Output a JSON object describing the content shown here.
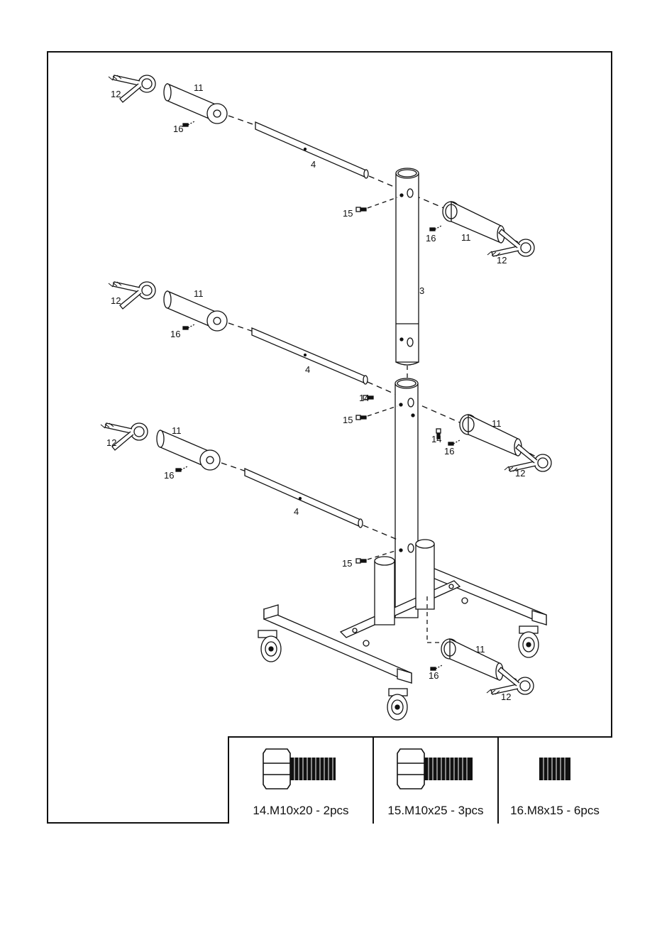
{
  "diagram": {
    "callouts": {
      "c_3": "3",
      "c_4": "4",
      "c_11": "11",
      "c_12": "12",
      "c_14": "14",
      "c_15": "15",
      "c_16": "16"
    }
  },
  "parts": [
    {
      "id": "14",
      "label": "14.M10x20 - 2pcs",
      "icon": "hex-bolt-icon"
    },
    {
      "id": "15",
      "label": "15.M10x25 - 3pcs",
      "icon": "hex-bolt-long-icon"
    },
    {
      "id": "16",
      "label": "16.M8x15 - 6pcs",
      "icon": "set-screw-icon"
    }
  ],
  "colors": {
    "line": "#111111",
    "background": "#ffffff"
  }
}
